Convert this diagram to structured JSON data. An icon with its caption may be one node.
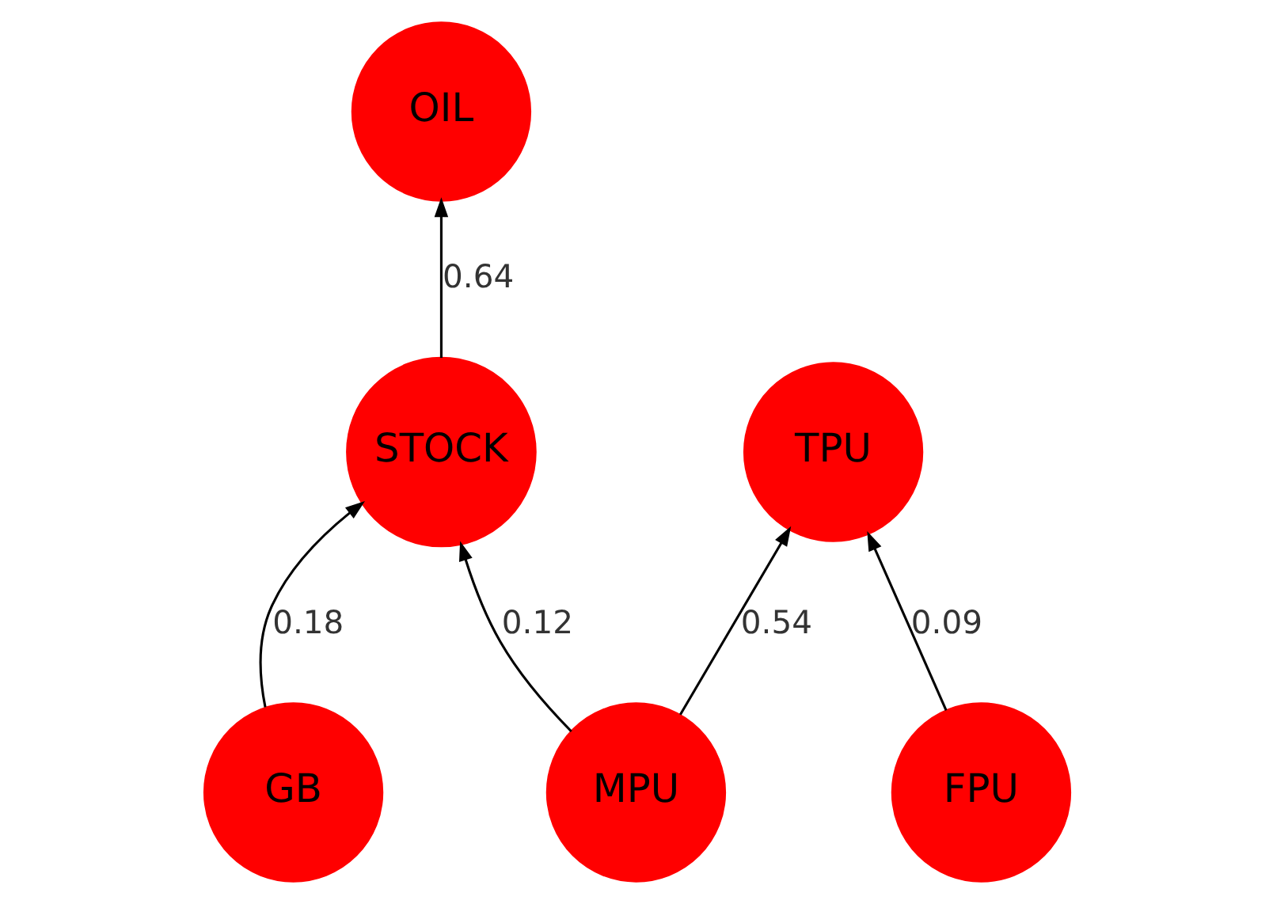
{
  "diagram": {
    "nodes": [
      {
        "text": [
          "OIL"
        ]
      },
      {
        "text": [
          "STOCK"
        ]
      },
      {
        "text": [
          "FPU"
        ]
      },
      {
        "text": [
          "GB"
        ]
      },
      {
        "text": [
          "MPU"
        ]
      },
      {
        "text": [
          "TPU"
        ]
      }
    ],
    "edges": [
      {
        "from": 1,
        "to": 0,
        "arrow": "to",
        "label": "0.64"
      },
      {
        "from": 3,
        "to": 1,
        "arrow": "to",
        "label": "0.18"
      },
      {
        "from": 4,
        "to": 1,
        "arrow": "to",
        "label": "0.12"
      },
      {
        "from": 4,
        "to": 5,
        "arrow": "to",
        "label": "0.54"
      },
      {
        "from": 2,
        "to": 5,
        "arrow": "to",
        "label": "0.09"
      }
    ]
  }
}
